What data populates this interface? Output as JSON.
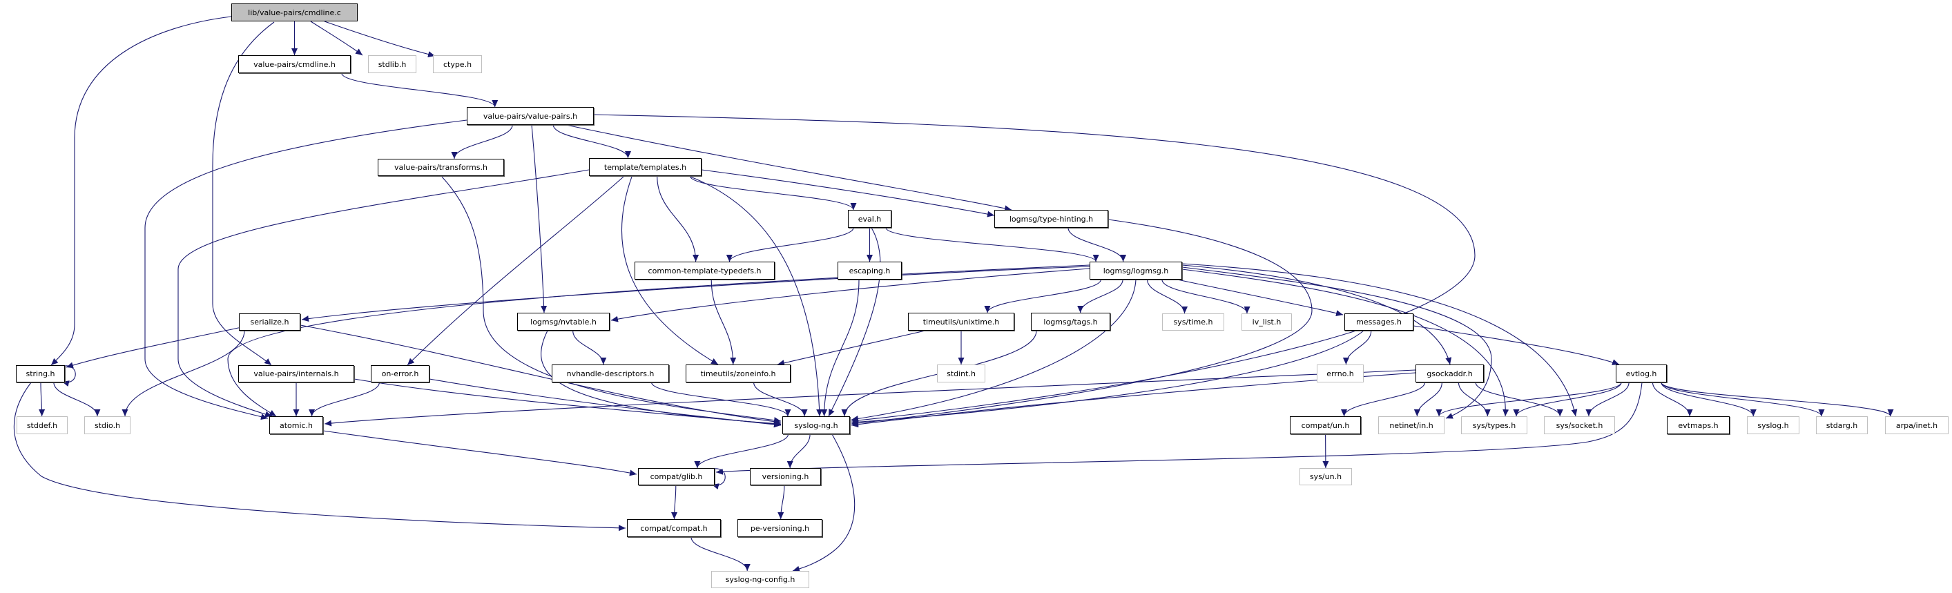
{
  "diagram": {
    "type": "include-dependency-graph",
    "root": "lib/value-pairs/cmdline.c",
    "colors": {
      "edge": "#191970",
      "root_fill": "#bfbfbf",
      "documented_border": "#000000",
      "external_border": "#bfbfbf"
    },
    "nodes": [
      {
        "label": "lib/value-pairs/cmdline.c",
        "kind": "root"
      },
      {
        "label": "value-pairs/cmdline.h",
        "kind": "documented"
      },
      {
        "label": "stdlib.h",
        "kind": "external"
      },
      {
        "label": "ctype.h",
        "kind": "external"
      },
      {
        "label": "value-pairs/value-pairs.h",
        "kind": "documented"
      },
      {
        "label": "value-pairs/transforms.h",
        "kind": "documented"
      },
      {
        "label": "template/templates.h",
        "kind": "documented"
      },
      {
        "label": "eval.h",
        "kind": "documented"
      },
      {
        "label": "logmsg/type-hinting.h",
        "kind": "documented"
      },
      {
        "label": "common-template-typedefs.h",
        "kind": "documented"
      },
      {
        "label": "escaping.h",
        "kind": "documented"
      },
      {
        "label": "logmsg/logmsg.h",
        "kind": "documented"
      },
      {
        "label": "serialize.h",
        "kind": "documented"
      },
      {
        "label": "logmsg/nvtable.h",
        "kind": "documented"
      },
      {
        "label": "timeutils/unixtime.h",
        "kind": "documented"
      },
      {
        "label": "logmsg/tags.h",
        "kind": "documented"
      },
      {
        "label": "sys/time.h",
        "kind": "external"
      },
      {
        "label": "iv_list.h",
        "kind": "external"
      },
      {
        "label": "messages.h",
        "kind": "documented"
      },
      {
        "label": "string.h",
        "kind": "documented"
      },
      {
        "label": "value-pairs/internals.h",
        "kind": "documented"
      },
      {
        "label": "on-error.h",
        "kind": "documented"
      },
      {
        "label": "nvhandle-descriptors.h",
        "kind": "documented"
      },
      {
        "label": "timeutils/zoneinfo.h",
        "kind": "documented"
      },
      {
        "label": "stdint.h",
        "kind": "external"
      },
      {
        "label": "errno.h",
        "kind": "external"
      },
      {
        "label": "gsockaddr.h",
        "kind": "documented"
      },
      {
        "label": "evtlog.h",
        "kind": "documented"
      },
      {
        "label": "stddef.h",
        "kind": "external"
      },
      {
        "label": "stdio.h",
        "kind": "external"
      },
      {
        "label": "atomic.h",
        "kind": "documented"
      },
      {
        "label": "syslog-ng.h",
        "kind": "documented"
      },
      {
        "label": "compat/un.h",
        "kind": "documented"
      },
      {
        "label": "netinet/in.h",
        "kind": "external"
      },
      {
        "label": "sys/types.h",
        "kind": "external"
      },
      {
        "label": "sys/socket.h",
        "kind": "external"
      },
      {
        "label": "evtmaps.h",
        "kind": "documented"
      },
      {
        "label": "syslog.h",
        "kind": "external"
      },
      {
        "label": "stdarg.h",
        "kind": "external"
      },
      {
        "label": "arpa/inet.h",
        "kind": "external"
      },
      {
        "label": "compat/glib.h",
        "kind": "documented"
      },
      {
        "label": "versioning.h",
        "kind": "documented"
      },
      {
        "label": "sys/un.h",
        "kind": "external"
      },
      {
        "label": "compat/compat.h",
        "kind": "documented"
      },
      {
        "label": "pe-versioning.h",
        "kind": "documented"
      },
      {
        "label": "syslog-ng-config.h",
        "kind": "external"
      }
    ],
    "edges": [
      [
        "lib/value-pairs/cmdline.c",
        "string.h"
      ],
      [
        "lib/value-pairs/cmdline.c",
        "value-pairs/internals.h"
      ],
      [
        "lib/value-pairs/cmdline.c",
        "value-pairs/cmdline.h"
      ],
      [
        "lib/value-pairs/cmdline.c",
        "stdlib.h"
      ],
      [
        "lib/value-pairs/cmdline.c",
        "ctype.h"
      ],
      [
        "value-pairs/cmdline.h",
        "value-pairs/value-pairs.h"
      ],
      [
        "value-pairs/value-pairs.h",
        "atomic.h"
      ],
      [
        "value-pairs/value-pairs.h",
        "value-pairs/transforms.h"
      ],
      [
        "value-pairs/value-pairs.h",
        "logmsg/nvtable.h"
      ],
      [
        "value-pairs/value-pairs.h",
        "template/templates.h"
      ],
      [
        "value-pairs/value-pairs.h",
        "logmsg/type-hinting.h"
      ],
      [
        "value-pairs/value-pairs.h",
        "syslog-ng.h"
      ],
      [
        "value-pairs/transforms.h",
        "syslog-ng.h"
      ],
      [
        "template/templates.h",
        "atomic.h"
      ],
      [
        "template/templates.h",
        "on-error.h"
      ],
      [
        "template/templates.h",
        "timeutils/zoneinfo.h"
      ],
      [
        "template/templates.h",
        "common-template-typedefs.h"
      ],
      [
        "template/templates.h",
        "syslog-ng.h"
      ],
      [
        "template/templates.h",
        "eval.h"
      ],
      [
        "template/templates.h",
        "logmsg/type-hinting.h"
      ],
      [
        "eval.h",
        "common-template-typedefs.h"
      ],
      [
        "eval.h",
        "escaping.h"
      ],
      [
        "eval.h",
        "syslog-ng.h"
      ],
      [
        "eval.h",
        "logmsg/logmsg.h"
      ],
      [
        "logmsg/type-hinting.h",
        "logmsg/logmsg.h"
      ],
      [
        "logmsg/type-hinting.h",
        "syslog-ng.h"
      ],
      [
        "common-template-typedefs.h",
        "timeutils/zoneinfo.h"
      ],
      [
        "escaping.h",
        "syslog-ng.h"
      ],
      [
        "logmsg/logmsg.h",
        "serialize.h"
      ],
      [
        "logmsg/logmsg.h",
        "atomic.h"
      ],
      [
        "logmsg/logmsg.h",
        "logmsg/nvtable.h"
      ],
      [
        "logmsg/logmsg.h",
        "timeutils/unixtime.h"
      ],
      [
        "logmsg/logmsg.h",
        "logmsg/tags.h"
      ],
      [
        "logmsg/logmsg.h",
        "syslog-ng.h"
      ],
      [
        "logmsg/logmsg.h",
        "sys/time.h"
      ],
      [
        "logmsg/logmsg.h",
        "iv_list.h"
      ],
      [
        "logmsg/logmsg.h",
        "messages.h"
      ],
      [
        "logmsg/logmsg.h",
        "gsockaddr.h"
      ],
      [
        "logmsg/logmsg.h",
        "netinet/in.h"
      ],
      [
        "logmsg/logmsg.h",
        "sys/types.h"
      ],
      [
        "logmsg/logmsg.h",
        "sys/socket.h"
      ],
      [
        "serialize.h",
        "string.h"
      ],
      [
        "serialize.h",
        "stdio.h"
      ],
      [
        "serialize.h",
        "syslog-ng.h"
      ],
      [
        "string.h",
        "string.h"
      ],
      [
        "string.h",
        "stddef.h"
      ],
      [
        "string.h",
        "stdio.h"
      ],
      [
        "string.h",
        "compat/compat.h"
      ],
      [
        "value-pairs/internals.h",
        "atomic.h"
      ],
      [
        "value-pairs/internals.h",
        "syslog-ng.h"
      ],
      [
        "on-error.h",
        "atomic.h"
      ],
      [
        "on-error.h",
        "syslog-ng.h"
      ],
      [
        "logmsg/nvtable.h",
        "nvhandle-descriptors.h"
      ],
      [
        "logmsg/nvtable.h",
        "syslog-ng.h"
      ],
      [
        "nvhandle-descriptors.h",
        "syslog-ng.h"
      ],
      [
        "timeutils/unixtime.h",
        "stdint.h"
      ],
      [
        "timeutils/unixtime.h",
        "timeutils/zoneinfo.h"
      ],
      [
        "timeutils/zoneinfo.h",
        "syslog-ng.h"
      ],
      [
        "logmsg/tags.h",
        "syslog-ng.h"
      ],
      [
        "messages.h",
        "errno.h"
      ],
      [
        "messages.h",
        "syslog-ng.h"
      ],
      [
        "messages.h",
        "evtlog.h"
      ],
      [
        "gsockaddr.h",
        "atomic.h"
      ],
      [
        "gsockaddr.h",
        "syslog-ng.h"
      ],
      [
        "gsockaddr.h",
        "compat/un.h"
      ],
      [
        "gsockaddr.h",
        "netinet/in.h"
      ],
      [
        "gsockaddr.h",
        "sys/types.h"
      ],
      [
        "gsockaddr.h",
        "sys/socket.h"
      ],
      [
        "evtlog.h",
        "netinet/in.h"
      ],
      [
        "evtlog.h",
        "sys/types.h"
      ],
      [
        "evtlog.h",
        "sys/socket.h"
      ],
      [
        "evtlog.h",
        "evtmaps.h"
      ],
      [
        "evtlog.h",
        "syslog.h"
      ],
      [
        "evtlog.h",
        "stdarg.h"
      ],
      [
        "evtlog.h",
        "arpa/inet.h"
      ],
      [
        "evtlog.h",
        "compat/glib.h"
      ],
      [
        "compat/un.h",
        "sys/un.h"
      ],
      [
        "syslog-ng.h",
        "compat/glib.h"
      ],
      [
        "syslog-ng.h",
        "versioning.h"
      ],
      [
        "syslog-ng.h",
        "syslog-ng-config.h"
      ],
      [
        "atomic.h",
        "compat/glib.h"
      ],
      [
        "compat/glib.h",
        "compat/glib.h"
      ],
      [
        "compat/glib.h",
        "compat/compat.h"
      ],
      [
        "compat/compat.h",
        "syslog-ng-config.h"
      ],
      [
        "versioning.h",
        "pe-versioning.h"
      ]
    ]
  }
}
